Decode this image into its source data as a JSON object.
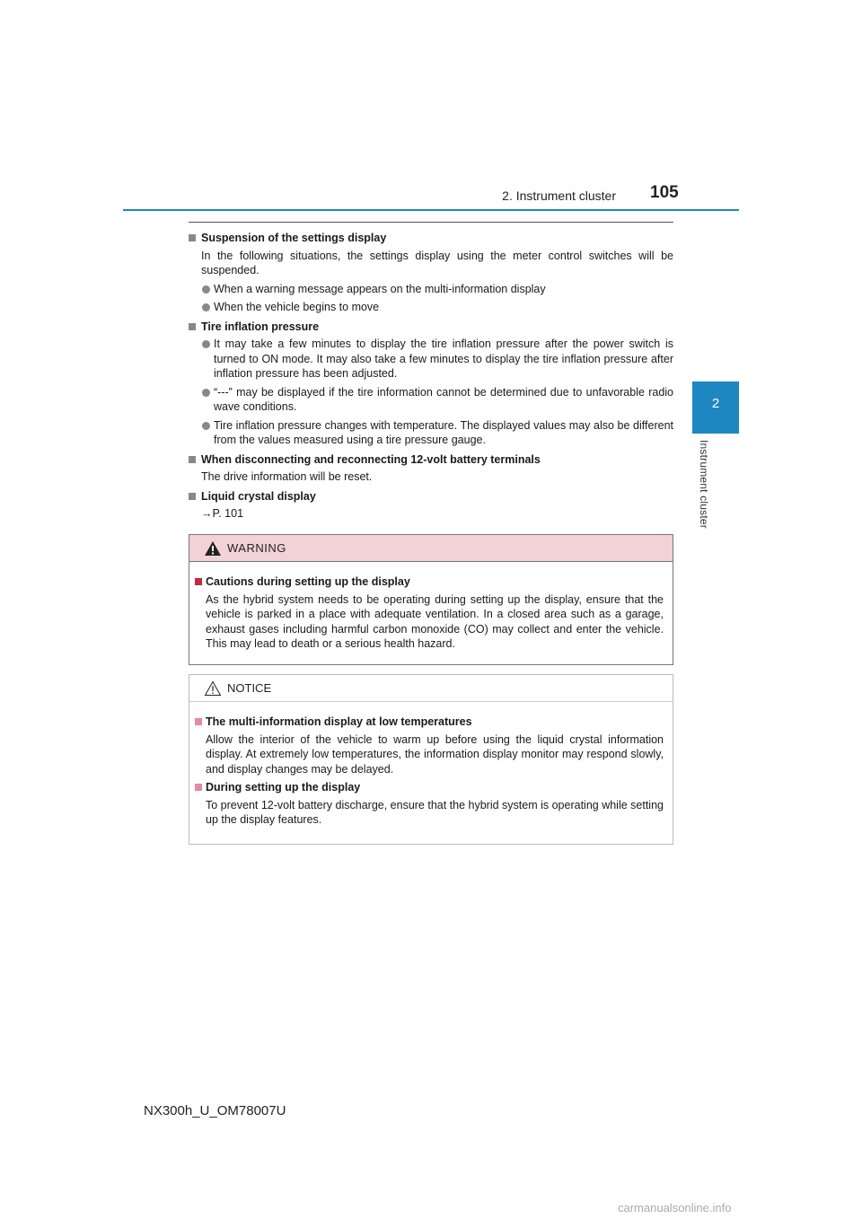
{
  "header": {
    "section_title": "2. Instrument cluster",
    "page_number": "105"
  },
  "side_tab": {
    "chapter_number": "2",
    "chapter_label": "Instrument cluster"
  },
  "sections": {
    "suspension": {
      "heading": "Suspension of the settings display",
      "text": "In the following situations, the settings display using the meter control switches will be suspended.",
      "bullets": [
        "When a warning message appears on the multi-information display",
        "When the vehicle begins to move"
      ]
    },
    "tire": {
      "heading": "Tire inflation pressure",
      "bullets": [
        "It may take a few minutes to display the tire inflation pressure after the power switch is turned to ON mode. It may also take a few minutes to display the tire inflation pressure after inflation pressure has been adjusted.",
        "“---” may be displayed if the tire information cannot be determined due to unfavorable radio wave conditions.",
        "Tire inflation pressure changes with temperature. The displayed values may also be different from the values measured using a tire pressure gauge."
      ]
    },
    "battery": {
      "heading": "When disconnecting and reconnecting 12-volt battery terminals",
      "text": "The drive information will be reset."
    },
    "lcd": {
      "heading": "Liquid crystal display",
      "xref": "→P. 101"
    }
  },
  "warning": {
    "label": "WARNING",
    "heading": "Cautions during setting up the display",
    "text": "As the hybrid system needs to be operating during setting up the display, ensure that the vehicle is parked in a place with adequate ventilation. In a closed area such as a garage, exhaust gases including harmful carbon monoxide (CO) may collect and enter the vehicle. This may lead to death or a serious health hazard."
  },
  "notice": {
    "label": "NOTICE",
    "items": [
      {
        "heading": "The multi-information display at low temperatures",
        "text": "Allow the interior of the vehicle to warm up before using the liquid crystal information display. At extremely low temperatures, the information display monitor may respond slowly, and display changes may be delayed."
      },
      {
        "heading": "During setting up the display",
        "text": "To prevent 12-volt battery discharge, ensure that the hybrid system is operating while setting up the display features."
      }
    ]
  },
  "footer": {
    "doc_code": "NX300h_U_OM78007U"
  },
  "watermark": "carmanualsonline.info",
  "colors": {
    "accent_blue": "#1e87c2",
    "warning_header": "#f2d2d6",
    "notice_square": "#e58aa0",
    "warning_square": "#c8283c"
  }
}
